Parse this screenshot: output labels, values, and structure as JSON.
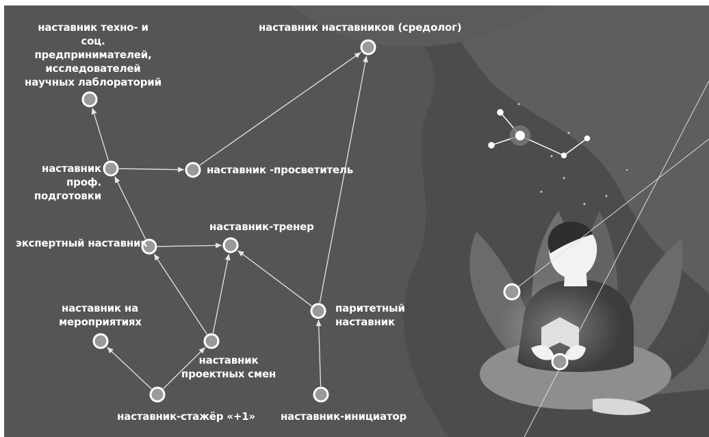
{
  "diagram": {
    "nodes": {
      "entrepreneurs": "наставник техно- и соц. предпринимателей, исследователей научных лаблораторий",
      "meta": "наставник наставников (средолог)",
      "prof": "наставник проф. подготовки",
      "educator": "наставник -просветитель",
      "trainer": "наставник-тренер",
      "expert": "экспертный наставник",
      "events": "наставник на мероприятиях",
      "peer": "паритетный наставник",
      "project": "наставник проектных смен",
      "intern": "наставник-стажёр «+1»",
      "initiator": "наставник-инициатор"
    },
    "edges": [
      [
        "intern",
        "events"
      ],
      [
        "intern",
        "project"
      ],
      [
        "project",
        "expert"
      ],
      [
        "project",
        "trainer"
      ],
      [
        "expert",
        "trainer"
      ],
      [
        "expert",
        "prof"
      ],
      [
        "prof",
        "entrepreneurs"
      ],
      [
        "prof",
        "educator"
      ],
      [
        "educator",
        "meta"
      ],
      [
        "peer",
        "trainer"
      ],
      [
        "peer",
        "meta"
      ],
      [
        "initiator",
        "peer"
      ]
    ]
  },
  "colors": {
    "background": "#555555",
    "node_fill": "#9a9a9a",
    "node_ring": "#ffffff",
    "edge": "#e6e6e6"
  }
}
